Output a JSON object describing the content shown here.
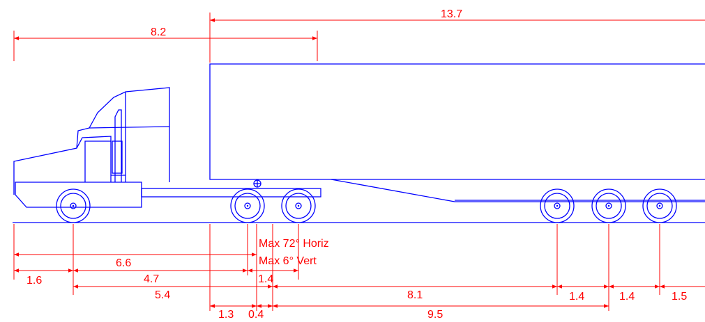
{
  "colors": {
    "outline": "#0000ff",
    "dimension": "#ff0000"
  },
  "dimensions": {
    "trailer_length": "13.7",
    "overall_tractor": "8.2",
    "front_overhang": "1.6",
    "tractor_wheelbase": "4.7",
    "front_to_kingpin": "6.6",
    "tractor_tandem": "1.4",
    "steer_to_rear_tandem": "5.4",
    "kingpin_setback": "1.3",
    "kingpin_offset": "0.4",
    "trailer_span_a": "8.1",
    "trailer_span_b": "9.5",
    "trailer_axle_gap_1": "1.4",
    "trailer_axle_gap_2": "1.4",
    "rear_overhang": "1.5"
  },
  "notes": {
    "horizontal_articulation": "Max 72° Horiz",
    "vertical_articulation": "Max 6° Vert"
  }
}
